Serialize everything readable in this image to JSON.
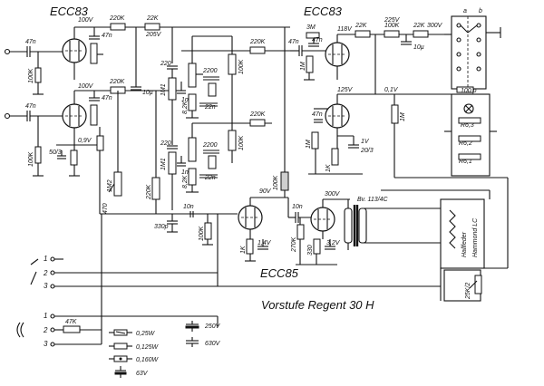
{
  "tubes": {
    "top_left": "ECC83",
    "top_right": "ECC83",
    "bottom": "ECC85"
  },
  "title": "Vorstufe Regent 30 H",
  "labels": {
    "r_220k_a": "220K",
    "r_22k_a": "22K",
    "v_100a": "100V",
    "v_205": "205V",
    "c_47n_a": "47n",
    "r_100k_a": "100K",
    "c_47n_b": "47n",
    "r_220k_b": "220K",
    "c_10u_a": "10µ",
    "v_100b": "100V",
    "c_47n_c": "47n",
    "r_100k_b": "100K",
    "c_47n_d": "47n",
    "v_09": "0,9V",
    "r_50_3": "50/3",
    "r_1m2": "1M2",
    "c_220_a": "220",
    "r_1m1_a": "1M1",
    "c_1n_a": "1n",
    "c_2200_a": "2200",
    "c_22n_a": "22n",
    "r_82k_a": "8,2K",
    "c_220_b": "220",
    "r_1m1_b": "1M1",
    "c_1n_b": "1n",
    "c_2200_b": "2200",
    "c_22n_b": "22n",
    "r_82k_b": "8,2K",
    "r_220k_c": "220K",
    "r_100k_c": "100K",
    "r_220k_d": "220K",
    "r_100k_d": "100K",
    "r_220k_e": "220K",
    "c_470": "470",
    "c_330p": "330p",
    "c_10n_a": "10n",
    "c_47n_e": "47n",
    "r_3m": "3M",
    "c_47n_f": "47n",
    "v_118": "118V",
    "r_22k_b": "22K",
    "r_1m_a": "1M",
    "v_225": "225V",
    "r_100k_e": "100K",
    "r_22k_c": "22K",
    "v_300": "300V",
    "c_10u_b": "10µ",
    "v_125": "125V",
    "v_01": "0,1V",
    "r_1m_b": "1M",
    "c_47n_g": "47n",
    "r_1m_c": "1M",
    "r_1k_a": "1K",
    "v_1": "1V",
    "c_20_3": "20/3",
    "v_90": "90V",
    "r_100k_f": "100K",
    "r_1k_b": "1K",
    "v_14": "1,4V",
    "r_100k_g": "100K",
    "c_10n_b": "10n",
    "r_1k_c": "1K",
    "v_300b": "300V",
    "tr_bv": "Bv. 113/4C",
    "r_270k": "270K",
    "r_330": "330",
    "v_32": "3,2V",
    "hammond": "Hammond LC",
    "hall": "Hallfeder",
    "r_100_p": "100 p",
    "r_63_a": "R6,3",
    "r_62": "R6,2",
    "r_61": "R6,1",
    "pin_a": "a",
    "pin_b": "b",
    "r_25k2": "25K/2",
    "r_47k": "47K",
    "pin_1a": "1",
    "pin_2a": "2",
    "pin_3a": "3",
    "pin_1b": "1",
    "pin_2b": "2",
    "pin_3b": "3"
  },
  "legend": {
    "w025": "0,25W",
    "w0125": "0,125W",
    "w016": "0,160W",
    "v63": "63V",
    "v250": "250V",
    "v630": "630V"
  }
}
